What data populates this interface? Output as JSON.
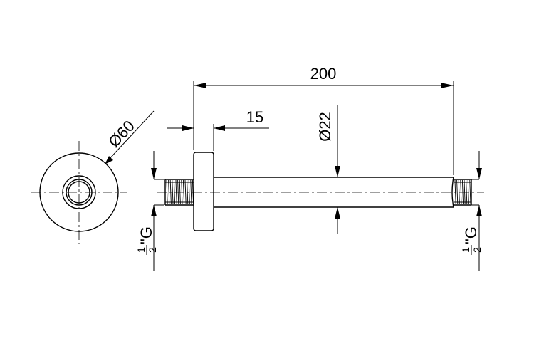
{
  "dimensions": {
    "flange_diameter": "Ø60",
    "tube_diameter": "Ø22",
    "overall_length": "200",
    "flange_thickness": "15"
  },
  "thread_left": {
    "numerator": "1",
    "denominator": "2",
    "suffix": "\"G"
  },
  "thread_right": {
    "numerator": "1",
    "denominator": "2",
    "suffix": "\"G"
  }
}
